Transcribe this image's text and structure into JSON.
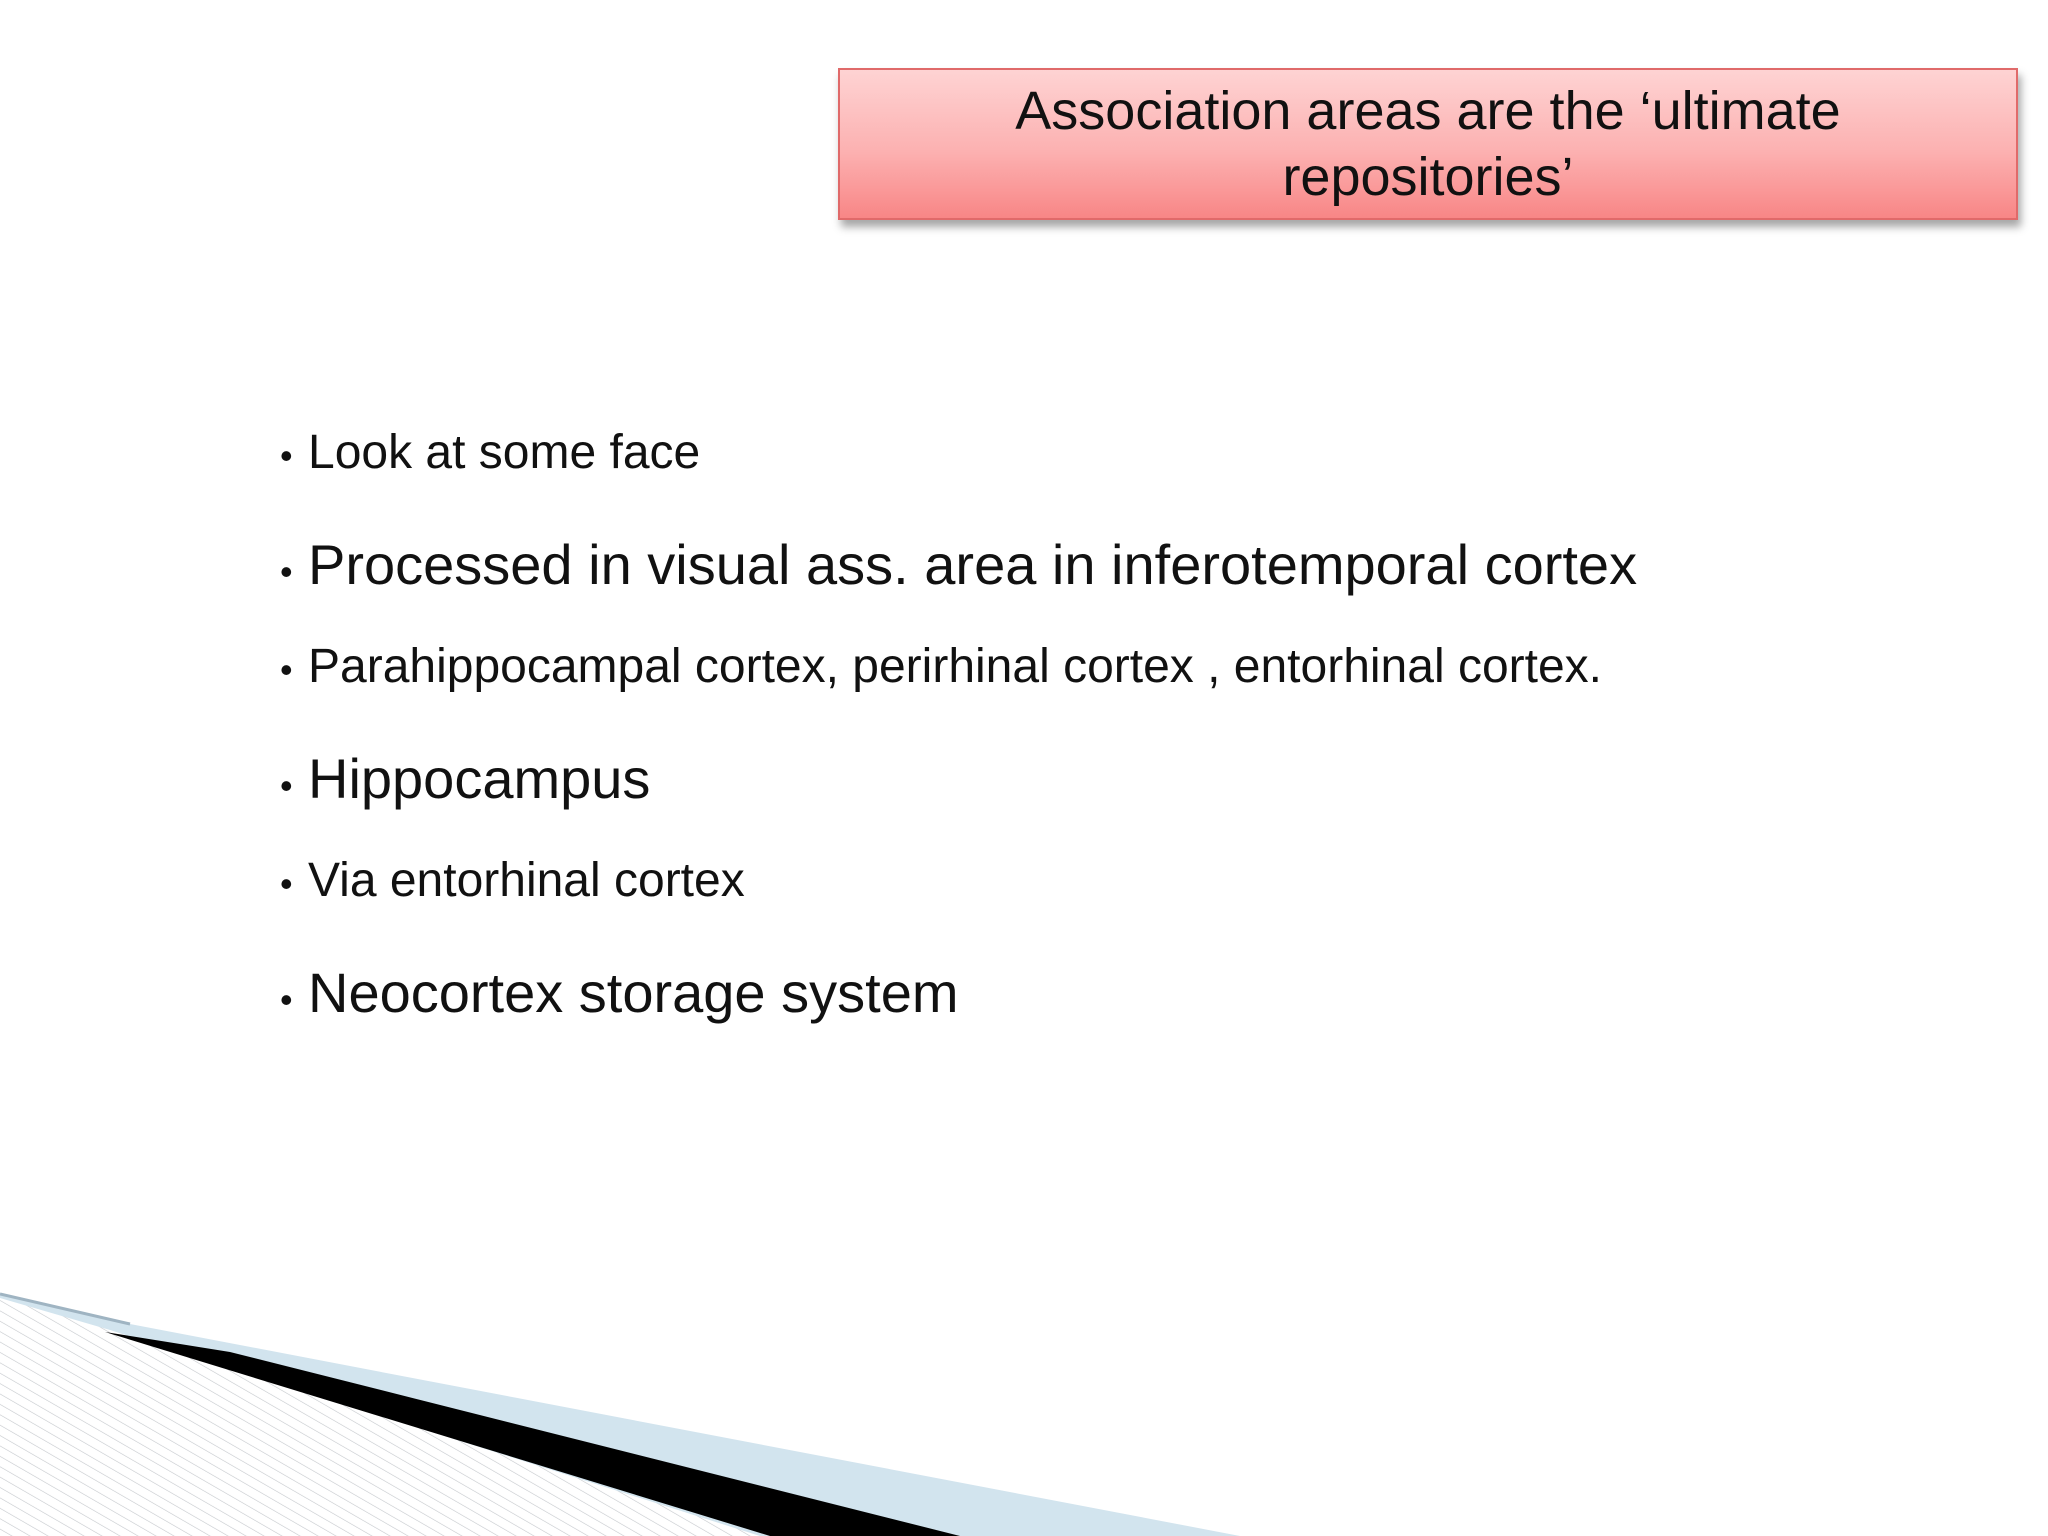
{
  "slide": {
    "title": "Association areas are the ‘ultimate repositories’",
    "bullet_glyph": "•",
    "bullets": [
      {
        "text": "Look at some face",
        "size": "small"
      },
      {
        "text": "Processed in visual ass. area in inferotemporal cortex",
        "size": "large"
      },
      {
        "text": "Parahippocampal cortex, perirhinal cortex , entorhinal cortex.",
        "size": "small"
      },
      {
        "text": "Hippocampus",
        "size": "large"
      },
      {
        "text": "Via entorhinal cortex",
        "size": "small"
      },
      {
        "text": "Neocortex storage system",
        "size": "large"
      }
    ]
  },
  "colors": {
    "title_fill_top": "#fed3d3",
    "title_fill_bottom": "#f88686",
    "title_border": "#e06a6a",
    "swoosh_light": "#d2e4ee",
    "swoosh_dark": "#000000"
  }
}
